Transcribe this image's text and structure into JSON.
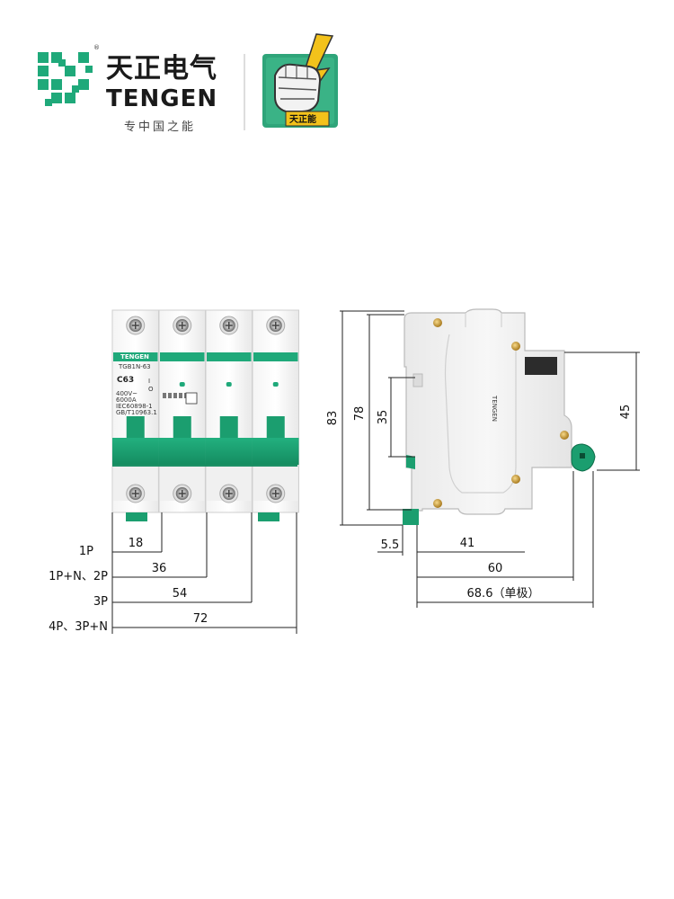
{
  "brand": {
    "name_cn": "天正电气",
    "name_en": "TENGEN",
    "slogan": "专中国之能",
    "registered": "®",
    "mark_text": "天正能"
  },
  "colors": {
    "brand_green": "#1fa97a",
    "handle_green": "#1b9e6f",
    "line": "#222222"
  },
  "breaker": {
    "model": "TGB1N-63",
    "rating": "C63",
    "label_tag": "TENGEN",
    "spec_lines": [
      "400V~",
      "6000A",
      "IEC60898-1",
      "GB/T10963.1"
    ],
    "switch_marks": [
      "I",
      "O"
    ]
  },
  "front_view": {
    "rows": [
      {
        "label": "1P",
        "value": "18"
      },
      {
        "label": "1P+N、2P",
        "value": "36"
      },
      {
        "label": "3P",
        "value": "54"
      },
      {
        "label": "4P、3P+N",
        "value": "72"
      }
    ]
  },
  "side_view": {
    "height_total": "83",
    "height_body": "78",
    "height_rail": "35",
    "height_front": "45",
    "depth_offset": "5.5",
    "depth_1": "41",
    "depth_2": "60",
    "depth_3": "68.6（单极）"
  }
}
